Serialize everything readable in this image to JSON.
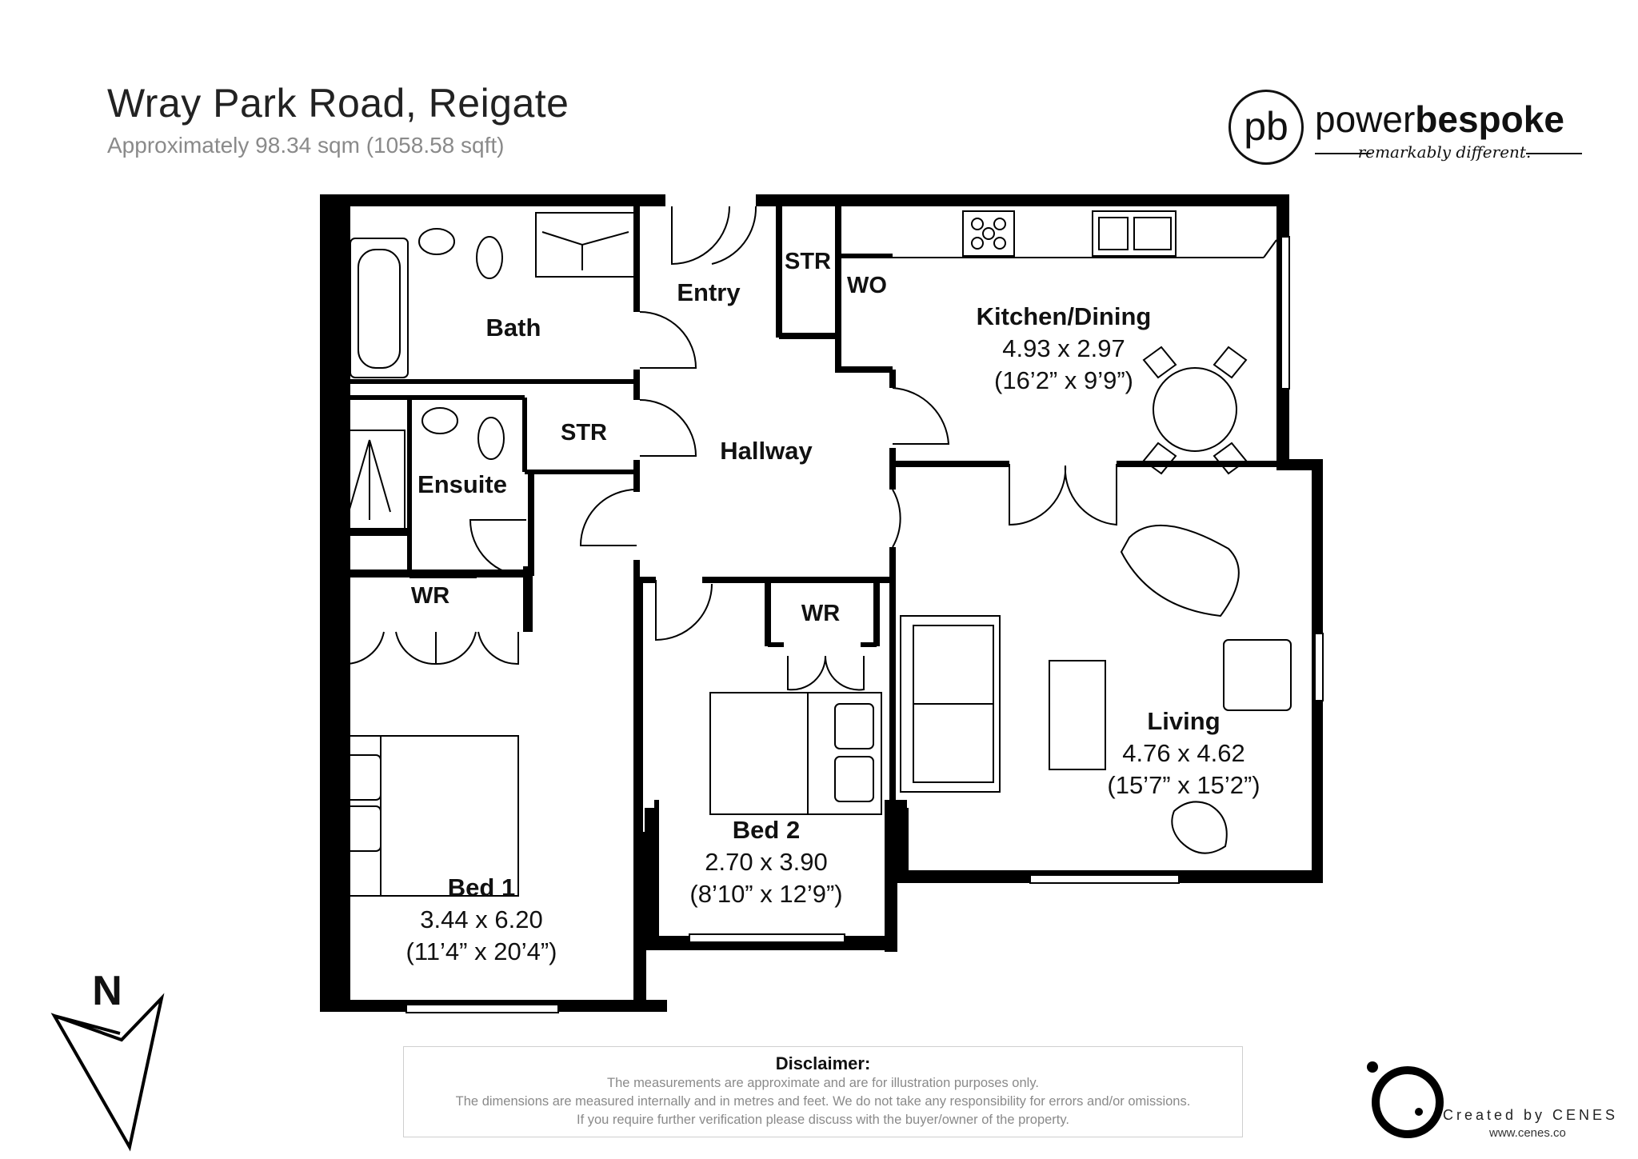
{
  "header": {
    "title": "Wray Park Road, Reigate",
    "subtitle": "Approximately 98.34 sqm (1058.58 sqft)"
  },
  "logo": {
    "monogram": "pb",
    "word_light": "power",
    "word_bold": "bespoke",
    "tagline": "remarkably different."
  },
  "rooms": {
    "bath": {
      "name": "Bath"
    },
    "entry": {
      "name": "Entry"
    },
    "str_top": {
      "name": "STR"
    },
    "wo": {
      "name": "WO"
    },
    "kitchen": {
      "name": "Kitchen/Dining",
      "metric": "4.93 x 2.97",
      "imperial": "(16’2” x 9’9”)"
    },
    "str_mid": {
      "name": "STR"
    },
    "hallway": {
      "name": "Hallway"
    },
    "ensuite": {
      "name": "Ensuite"
    },
    "wr_bed1": {
      "name": "WR"
    },
    "wr_bed2": {
      "name": "WR"
    },
    "living": {
      "name": "Living",
      "metric": "4.76 x 4.62",
      "imperial": "(15’7” x 15’2”)"
    },
    "bed2": {
      "name": "Bed 2",
      "metric": "2.70 x 3.90",
      "imperial": "(8’10” x 12’9”)"
    },
    "bed1": {
      "name": "Bed 1",
      "metric": "3.44 x 6.20",
      "imperial": "(11’4” x 20’4”)"
    }
  },
  "compass": {
    "label": "N"
  },
  "disclaimer": {
    "heading": "Disclaimer:",
    "lines": [
      "The measurements are approximate and are for illustration purposes only.",
      "The dimensions are measured internally and in metres and feet. We do not take any responsibility for errors and/or omissions.",
      "If you require further verification please discuss with the buyer/owner of the property."
    ]
  },
  "credit": {
    "text": "Created by CENES",
    "url": "www.cenes.co"
  },
  "colors": {
    "wall": "#000000",
    "text": "#111111",
    "muted": "#8a8a8a"
  }
}
